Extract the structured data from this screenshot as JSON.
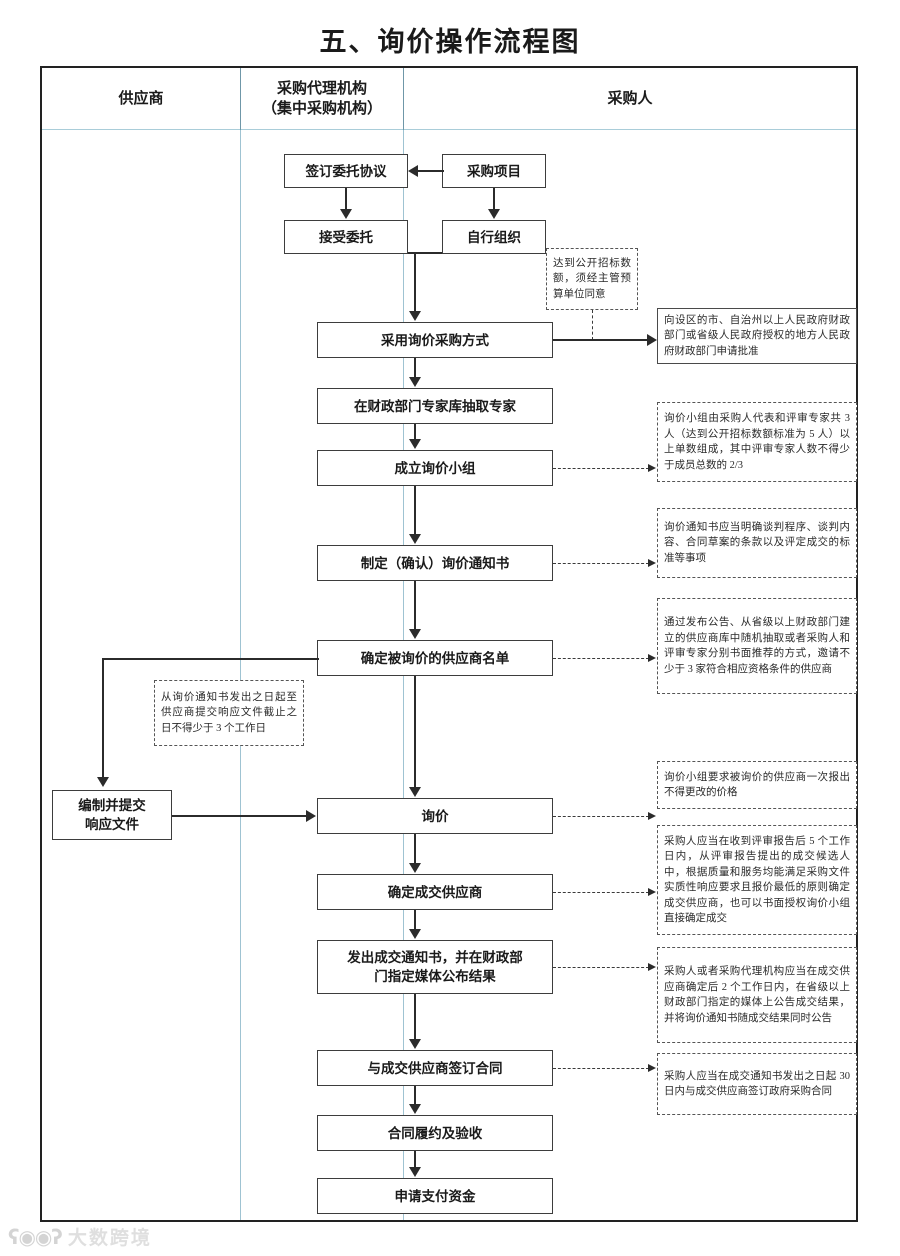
{
  "title": "五、询价操作流程图",
  "lanes": [
    {
      "id": "supplier",
      "label_line1": "供应商",
      "label_line2": ""
    },
    {
      "id": "agency",
      "label_line1": "采购代理机构",
      "label_line2": "（集中采购机构）"
    },
    {
      "id": "purchaser",
      "label_line1": "采购人",
      "label_line2": ""
    }
  ],
  "nodes": {
    "n_project": "采购项目",
    "n_sign_entrust": "签订委托协议",
    "n_accept_entrust": "接受委托",
    "n_self_organize": "自行组织",
    "n_adopt_inquiry": "采用询价采购方式",
    "n_draw_experts": "在财政部门专家库抽取专家",
    "n_form_group": "成立询价小组",
    "n_make_notice": "制定（确认）询价通知书",
    "n_confirm_list": "确定被询价的供应商名单",
    "n_prepare_doc": "编制并提交\n响应文件",
    "n_prepare_doc_l1": "编制并提交",
    "n_prepare_doc_l2": "响应文件",
    "n_inquiry": "询价",
    "n_determine_supplier": "确定成交供应商",
    "n_issue_notice_l1": "发出成交通知书，并在财政部",
    "n_issue_notice_l2": "门指定媒体公布结果",
    "n_sign_contract": "与成交供应商签订合同",
    "n_perform_accept": "合同履约及验收",
    "n_apply_payment": "申请支付资金"
  },
  "notes": {
    "note_threshold": "达到公开招标数额，须经主管预算单位同意",
    "note_approval": "向设区的市、自治州以上人民政府财政部门或省级人民政府授权的地方人民政府财政部门申请批准",
    "note_group_composition": "询价小组由采购人代表和评审专家共 3 人（达到公开招标数额标准为 5 人）以上单数组成，其中评审专家人数不得少于成员总数的 2/3",
    "note_notice_content": "询价通知书应当明确谈判程序、谈判内容、合同草案的条款以及评定成交的标准等事项",
    "note_supplier_selection": "通过发布公告、从省级以上财政部门建立的供应商库中随机抽取或者采购人和评审专家分别书面推荐的方式，邀请不少于 3 家符合相应资格条件的供应商",
    "note_response_days": "从询价通知书发出之日起至供应商提交响应文件截止之日不得少于 3 个工作日",
    "note_one_price": "询价小组要求被询价的供应商一次报出不得更改的价格",
    "note_determine_rule": "采购人应当在收到评审报告后 5 个工作日内，从评审报告提出的成交候选人中，根据质量和服务均能满足采购文件实质性响应要求且报价最低的原则确定成交供应商，也可以书面授权询价小组直接确定成交",
    "note_announce_rule": "采购人或者采购代理机构应当在成交供应商确定后 2 个工作日内，在省级以上财政部门指定的媒体上公告成交结果，并将询价通知书随成交结果同时公告",
    "note_contract_days": "采购人应当在成交通知书发出之日起 30 日内与成交供应商签订政府采购合同"
  },
  "watermark": {
    "mark": "ʕ◉◉ʔ",
    "text": "大数跨境"
  },
  "colors": {
    "lane_divider": "#9fc3d2",
    "node_border": "#3d3d3d",
    "connector": "#2b2b2b",
    "note_border": "#555555"
  }
}
